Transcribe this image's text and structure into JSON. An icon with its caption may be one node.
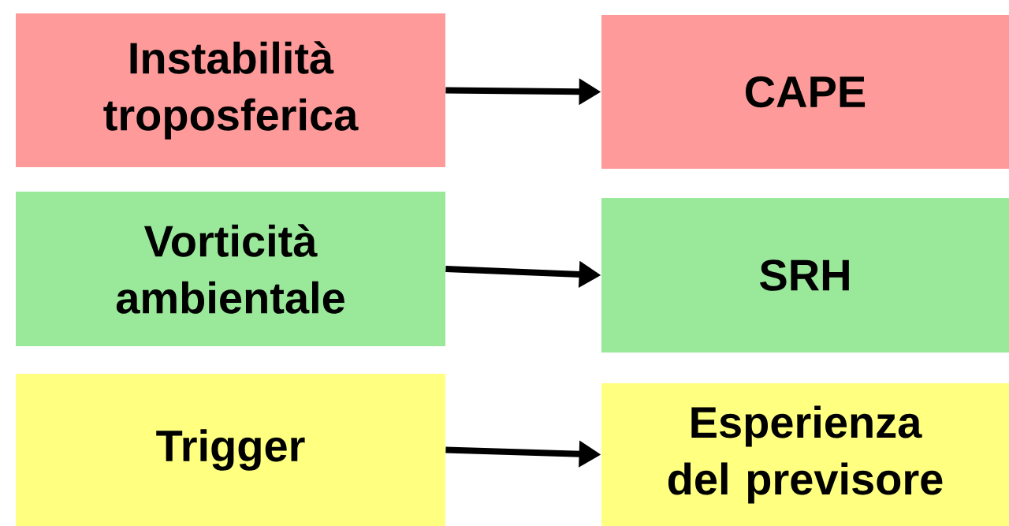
{
  "diagram": {
    "nodes": [
      {
        "text": [
          "Instabilità troposferica"
        ]
      },
      {
        "text": [
          "CAPE"
        ]
      },
      {
        "text": [
          "Vorticità ambientale"
        ]
      },
      {
        "text": [
          "SRH"
        ]
      },
      {
        "text": [
          "Trigger"
        ]
      },
      {
        "text": [
          "Esperienza del previsore"
        ]
      }
    ],
    "edges": [
      {
        "from": 0,
        "to": 1,
        "arrow": "to"
      },
      {
        "from": 2,
        "to": 3,
        "arrow": "to"
      },
      {
        "from": 4,
        "to": 5,
        "arrow": "to"
      }
    ]
  }
}
